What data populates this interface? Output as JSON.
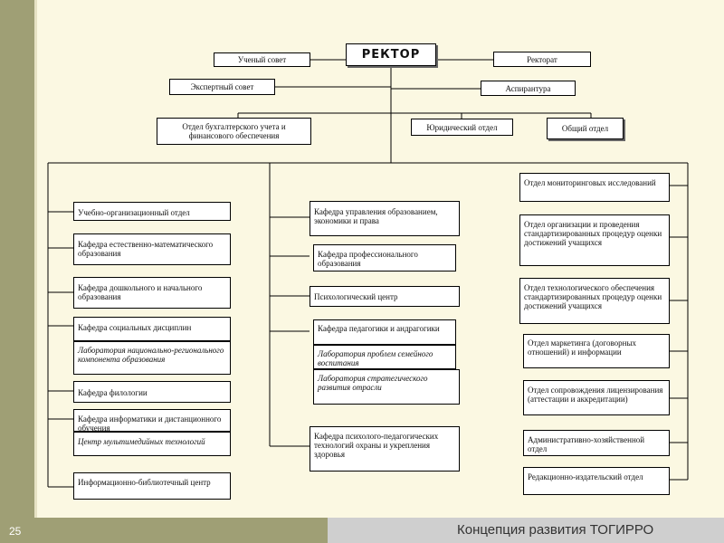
{
  "rector": "РЕКТОР",
  "top": {
    "uchenyi": "Ученый совет",
    "rektorat": "Ректорат",
    "expert": "Экспертный совет",
    "aspirant": "Аспирантура",
    "buh": "Отдел бухгалтерского учета и финансового обеспечения",
    "yur": "Юридический отдел",
    "obsh": "Общий отдел"
  },
  "left": [
    "Учебно-организационный отдел",
    "Кафедра естественно-математического образования",
    "Кафедра дошкольного и начального образования",
    "Кафедра социальных дисциплин",
    "Лаборатория национально-регионального компонента образования",
    "Кафедра филологии",
    "Кафедра информатики и дистанционного обучения",
    "Центр мультимедийных технологий",
    "Информационно-библиотечный центр"
  ],
  "middle": [
    "Кафедра управления образованием, экономики и права",
    "Кафедра профессионального образования",
    "Психологический центр",
    "Кафедра педагогики и андрагогики",
    "Лаборатория проблем семейного воспитания",
    "Лаборатория стратегического развития отрасли",
    "Кафедра психолого-педагогических технологий охраны и укрепления здоровья"
  ],
  "right": [
    "Отдел мониторинговых исследований",
    "Отдел организации и проведения стандартизированных процедур оценки достижений учащихся",
    "Отдел технологического обеспечения стандартизированных процедур оценки достижений учащихся",
    "Отдел маркетинга (договорных отношений) и информации",
    "Отдел сопровождения лицензирования (аттестации и аккредитации)",
    "Административно-хозяйственной отдел",
    "Редакционно-издательский отдел"
  ],
  "footer": {
    "page": "25",
    "title": "Концепция развития ТОГИРРО"
  }
}
